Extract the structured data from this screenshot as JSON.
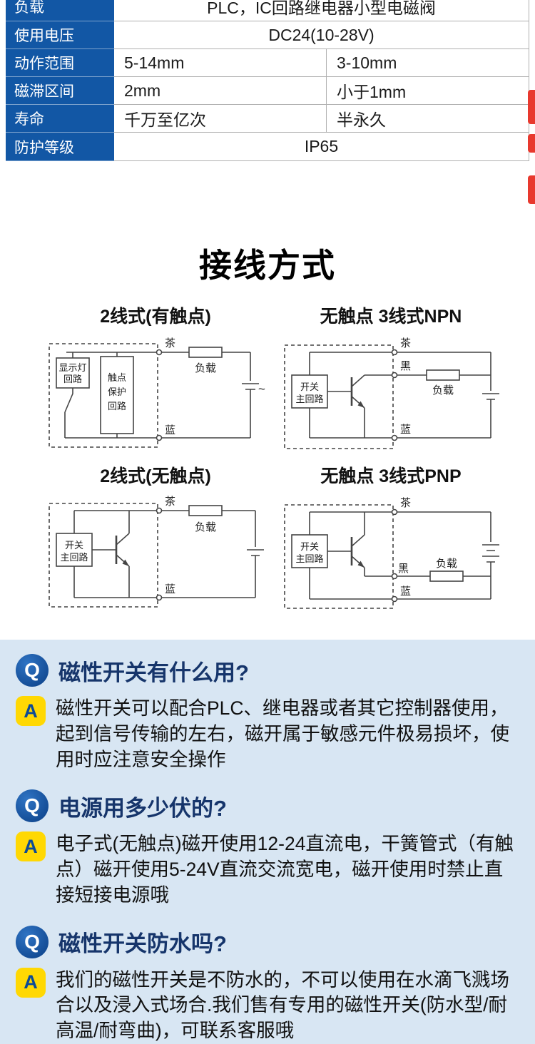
{
  "colors": {
    "table_header_blue": "#1257a5",
    "qa_background": "#d8e6f3",
    "q_badge_blue": "#0a3e85",
    "a_badge_yellow": "#ffd803",
    "qa_question_navy": "#16356b",
    "edge_strip_red": "#e8392e"
  },
  "spec_table": {
    "rows": [
      {
        "label": "负载",
        "values": [
          "PLC，IC回路继电器小型电磁阀"
        ]
      },
      {
        "label": "使用电压",
        "values": [
          "DC24(10-28V)"
        ]
      },
      {
        "label": "动作范围",
        "values": [
          "5-14mm",
          "3-10mm"
        ]
      },
      {
        "label": "磁滞区间",
        "values": [
          "2mm",
          "小于1mm"
        ]
      },
      {
        "label": "寿命",
        "values": [
          "千万至亿次",
          "半永久"
        ]
      },
      {
        "label": "防护等级",
        "values": [
          "IP65"
        ]
      }
    ]
  },
  "wiring": {
    "title": "接线方式",
    "labels": {
      "brown": "茶",
      "black": "黑",
      "blue": "蓝",
      "load": "负载",
      "ac": "~"
    },
    "boxes": {
      "lamp_l1": "显示灯",
      "lamp_l2": "回路",
      "protect_l1": "触点",
      "protect_l2": "保护",
      "protect_l3": "回路",
      "switch_l1": "开关",
      "switch_l2": "主回路"
    },
    "diagrams": [
      {
        "title": "2线式(有触点)"
      },
      {
        "title": "无触点 3线式NPN"
      },
      {
        "title": "2线式(无触点)"
      },
      {
        "title": "无触点 3线式PNP"
      }
    ]
  },
  "qa": {
    "q_letter": "Q",
    "a_letter": "A",
    "items": [
      {
        "q": "磁性开关有什么用?",
        "a": "磁性开关可以配合PLC、继电器或者其它控制器使用，起到信号传输的左右，磁开属于敏感元件极易损坏，使用时应注意安全操作"
      },
      {
        "q": "电源用多少伏的?",
        "a": "电子式(无触点)磁开使用12-24直流电，干簧管式（有触点）磁开使用5-24V直流交流宽电，磁开使用时禁止直接短接电源哦"
      },
      {
        "q": "磁性开关防水吗?",
        "a": "我们的磁性开关是不防水的，不可以使用在水滴飞溅场合以及浸入式场合.我们售有专用的磁性开关(防水型/耐高温/耐弯曲)，可联系客服哦"
      }
    ]
  }
}
